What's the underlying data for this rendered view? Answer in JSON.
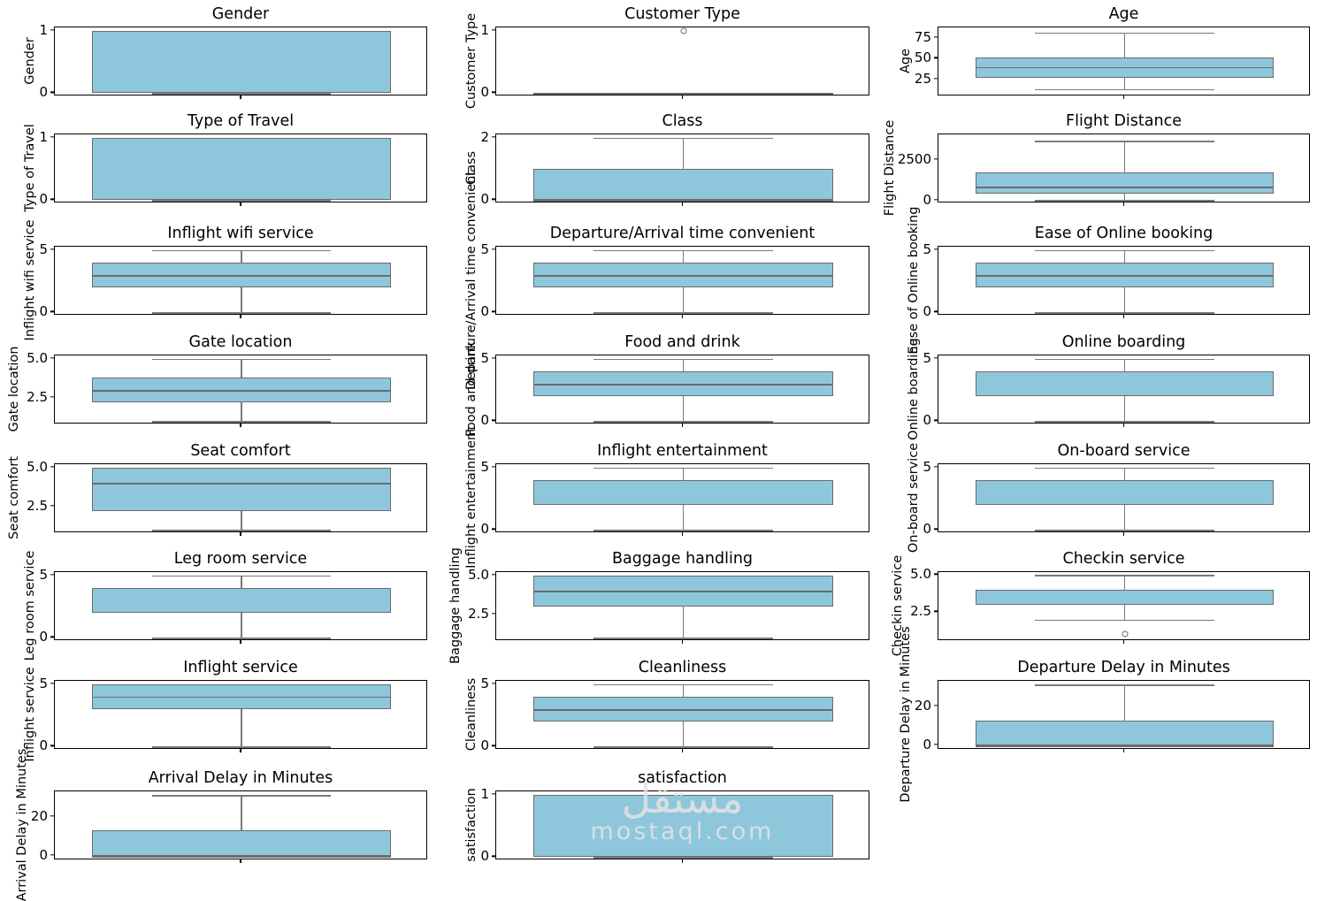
{
  "figure": {
    "kind": "boxplot-grid",
    "rows": 8,
    "cols": 3,
    "background": "#ffffff",
    "box_facecolor": "#8ec7dc",
    "box_edgecolor": "#6b6b6b",
    "whisker_color": "#7a7a7a"
  },
  "watermark": {
    "arabic": "مستقل",
    "latin": "mostaql.com"
  },
  "chart_data": [
    {
      "type": "box",
      "title": "Gender",
      "ylabel": "Gender",
      "yticks": [
        0,
        1
      ],
      "yticklabels": [
        "0",
        "1"
      ],
      "ylim": [
        -0.05,
        1.05
      ],
      "whislo": 0,
      "q1": 0,
      "med": 1,
      "q3": 1,
      "whishi": 1,
      "fliers": [],
      "median_visible": false,
      "grid": false
    },
    {
      "type": "box",
      "title": "Customer Type",
      "ylabel": "Customer Type",
      "yticks": [
        0,
        1
      ],
      "yticklabels": [
        "0",
        "1"
      ],
      "ylim": [
        -0.05,
        1.05
      ],
      "whislo": 0,
      "q1": 0,
      "med": 0,
      "q3": 0,
      "whishi": 0,
      "fliers": [
        1
      ],
      "median_visible": true,
      "grid": false
    },
    {
      "type": "box",
      "title": "Age",
      "ylabel": "Age",
      "yticks": [
        25,
        50,
        75
      ],
      "yticklabels": [
        "25",
        "50",
        "75"
      ],
      "ylim": [
        4,
        88
      ],
      "whislo": 13,
      "q1": 27,
      "med": 40,
      "q3": 51,
      "whishi": 82,
      "fliers": [],
      "median_visible": true,
      "grid": false
    },
    {
      "type": "box",
      "title": "Type of Travel",
      "ylabel": "Type of Travel",
      "yticks": [
        0,
        1
      ],
      "yticklabels": [
        "0",
        "1"
      ],
      "ylim": [
        -0.05,
        1.05
      ],
      "whislo": 0,
      "q1": 0,
      "med": 1,
      "q3": 1,
      "whishi": 1,
      "fliers": [],
      "median_visible": false,
      "grid": false
    },
    {
      "type": "box",
      "title": "Class",
      "ylabel": "Class",
      "yticks": [
        0,
        2
      ],
      "yticklabels": [
        "0",
        "2"
      ],
      "ylim": [
        -0.1,
        2.1
      ],
      "whislo": 0,
      "q1": 0,
      "med": 0,
      "q3": 1,
      "whishi": 2,
      "fliers": [],
      "median_visible": true,
      "grid": false
    },
    {
      "type": "box",
      "title": "Flight Distance",
      "ylabel": "Flight Distance",
      "yticks": [
        0,
        2500
      ],
      "yticklabels": [
        "0",
        "2500"
      ],
      "ylim": [
        -180,
        4100
      ],
      "whislo": 31,
      "q1": 414,
      "med": 843,
      "q3": 1743,
      "whishi": 3700,
      "fliers": [],
      "median_visible": true,
      "grid": false
    },
    {
      "type": "box",
      "title": "Inflight wifi service",
      "ylabel": "Inflight wifi service",
      "yticks": [
        0,
        5
      ],
      "yticklabels": [
        "0",
        "5"
      ],
      "ylim": [
        -0.25,
        5.25
      ],
      "whislo": 0,
      "q1": 2,
      "med": 3,
      "q3": 4,
      "whishi": 5,
      "fliers": [],
      "median_visible": true,
      "grid": false
    },
    {
      "type": "box",
      "title": "Departure/Arrival time convenient",
      "ylabel": "Departure/Arrival time convenient",
      "yticks": [
        0,
        5
      ],
      "yticklabels": [
        "0",
        "5"
      ],
      "ylim": [
        -0.25,
        5.25
      ],
      "whislo": 0,
      "q1": 2,
      "med": 3,
      "q3": 4,
      "whishi": 5,
      "fliers": [],
      "median_visible": true,
      "grid": false
    },
    {
      "type": "box",
      "title": "Ease of Online booking",
      "ylabel": "Ease of Online booking",
      "yticks": [
        0,
        5
      ],
      "yticklabels": [
        "0",
        "5"
      ],
      "ylim": [
        -0.25,
        5.25
      ],
      "whislo": 0,
      "q1": 2,
      "med": 3,
      "q3": 4,
      "whishi": 5,
      "fliers": [],
      "median_visible": true,
      "grid": false
    },
    {
      "type": "box",
      "title": "Gate location",
      "ylabel": "Gate location",
      "yticks": [
        2.5,
        5.0
      ],
      "yticklabels": [
        "2.5",
        "5.0"
      ],
      "ylim": [
        0.8,
        5.2
      ],
      "whislo": 1,
      "q1": 2.2,
      "med": 3,
      "q3": 3.8,
      "whishi": 5,
      "fliers": [],
      "median_visible": true,
      "grid": false
    },
    {
      "type": "box",
      "title": "Food and drink",
      "ylabel": "Food and drink",
      "yticks": [
        0,
        5
      ],
      "yticklabels": [
        "0",
        "5"
      ],
      "ylim": [
        -0.25,
        5.25
      ],
      "whislo": 0,
      "q1": 2,
      "med": 3,
      "q3": 4,
      "whishi": 5,
      "fliers": [],
      "median_visible": true,
      "grid": false
    },
    {
      "type": "box",
      "title": "Online boarding",
      "ylabel": "Online boarding",
      "yticks": [
        0,
        5
      ],
      "yticklabels": [
        "0",
        "5"
      ],
      "ylim": [
        -0.25,
        5.25
      ],
      "whislo": 0,
      "q1": 2,
      "med": 4,
      "q3": 4,
      "whishi": 5,
      "fliers": [],
      "median_visible": false,
      "grid": false
    },
    {
      "type": "box",
      "title": "Seat comfort",
      "ylabel": "Seat comfort",
      "yticks": [
        2.5,
        5.0
      ],
      "yticklabels": [
        "2.5",
        "5.0"
      ],
      "ylim": [
        0.8,
        5.2
      ],
      "whislo": 1,
      "q1": 2.2,
      "med": 4,
      "q3": 5,
      "whishi": 5,
      "fliers": [],
      "median_visible": true,
      "grid": false
    },
    {
      "type": "box",
      "title": "Inflight entertainment",
      "ylabel": "Inflight entertainment",
      "yticks": [
        0,
        5
      ],
      "yticklabels": [
        "0",
        "5"
      ],
      "ylim": [
        -0.25,
        5.25
      ],
      "whislo": 0,
      "q1": 2,
      "med": 4,
      "q3": 4,
      "whishi": 5,
      "fliers": [],
      "median_visible": false,
      "grid": false
    },
    {
      "type": "box",
      "title": "On-board service",
      "ylabel": "On-board service",
      "yticks": [
        0,
        5
      ],
      "yticklabels": [
        "0",
        "5"
      ],
      "ylim": [
        -0.25,
        5.25
      ],
      "whislo": 0,
      "q1": 2,
      "med": 4,
      "q3": 4,
      "whishi": 5,
      "fliers": [],
      "median_visible": false,
      "grid": false
    },
    {
      "type": "box",
      "title": "Leg room service",
      "ylabel": "Leg room service",
      "yticks": [
        0,
        5
      ],
      "yticklabels": [
        "0",
        "5"
      ],
      "ylim": [
        -0.25,
        5.25
      ],
      "whislo": 0,
      "q1": 2,
      "med": 4,
      "q3": 4,
      "whishi": 5,
      "fliers": [],
      "median_visible": false,
      "grid": false
    },
    {
      "type": "box",
      "title": "Baggage handling",
      "ylabel": "Baggage handling",
      "yticks": [
        2.5,
        5.0
      ],
      "yticklabels": [
        "2.5",
        "5.0"
      ],
      "ylim": [
        0.8,
        5.2
      ],
      "whislo": 1,
      "q1": 3,
      "med": 4,
      "q3": 5,
      "whishi": 5,
      "fliers": [],
      "median_visible": true,
      "grid": false
    },
    {
      "type": "box",
      "title": "Checkin service",
      "ylabel": "Checkin service",
      "yticks": [
        2.5,
        5.0
      ],
      "yticklabels": [
        "2.5",
        "5.0"
      ],
      "ylim": [
        0.55,
        5.2
      ],
      "whislo": 2,
      "q1": 3,
      "med": 4,
      "q3": 4,
      "whishi": 5,
      "fliers": [
        1
      ],
      "median_visible": false,
      "grid": false
    },
    {
      "type": "box",
      "title": "Inflight service",
      "ylabel": "Inflight service",
      "yticks": [
        0,
        5
      ],
      "yticklabels": [
        "0",
        "5"
      ],
      "ylim": [
        -0.25,
        5.25
      ],
      "whislo": 0,
      "q1": 3,
      "med": 4,
      "q3": 5,
      "whishi": 5,
      "fliers": [],
      "median_visible": true,
      "grid": false
    },
    {
      "type": "box",
      "title": "Cleanliness",
      "ylabel": "Cleanliness",
      "yticks": [
        0,
        5
      ],
      "yticklabels": [
        "0",
        "5"
      ],
      "ylim": [
        -0.25,
        5.25
      ],
      "whislo": 0,
      "q1": 2,
      "med": 3,
      "q3": 4,
      "whishi": 5,
      "fliers": [],
      "median_visible": true,
      "grid": false
    },
    {
      "type": "box",
      "title": "Departure Delay in Minutes",
      "ylabel": "Departure Delay in Minutes",
      "yticks": [
        0,
        20
      ],
      "yticklabels": [
        "0",
        "20"
      ],
      "ylim": [
        -2.2,
        33
      ],
      "whislo": 0,
      "q1": 0,
      "med": 0,
      "q3": 12.5,
      "whishi": 31,
      "fliers": [],
      "median_visible": true,
      "grid": false
    },
    {
      "type": "box",
      "title": "Arrival Delay in Minutes",
      "ylabel": "Arrival Delay in Minutes",
      "yticks": [
        0,
        20
      ],
      "yticklabels": [
        "0",
        "20"
      ],
      "ylim": [
        -2.2,
        33
      ],
      "whislo": 0,
      "q1": 0,
      "med": 0,
      "q3": 13,
      "whishi": 31,
      "fliers": [],
      "median_visible": true,
      "grid": false
    },
    {
      "type": "box",
      "title": "satisfaction",
      "ylabel": "satisfaction",
      "yticks": [
        0,
        1
      ],
      "yticklabels": [
        "0",
        "1"
      ],
      "ylim": [
        -0.05,
        1.05
      ],
      "whislo": 0,
      "q1": 0,
      "med": 1,
      "q3": 1,
      "whishi": 1,
      "fliers": [],
      "median_visible": false,
      "grid": false
    }
  ]
}
